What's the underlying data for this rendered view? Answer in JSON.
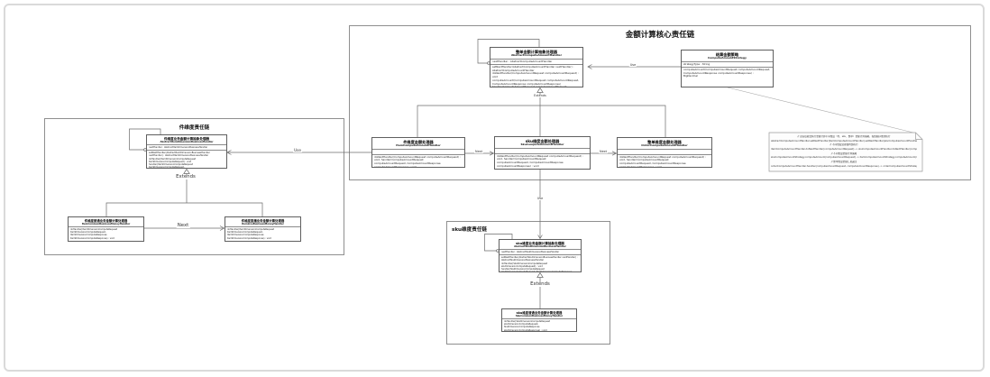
{
  "containers": {
    "core": {
      "title": "金额计算核心责任链"
    },
    "item": {
      "title": "件维度责任链"
    },
    "sku": {
      "title": "sku维度责任链"
    }
  },
  "labels": {
    "extends": "Extends",
    "next": "Next",
    "use": "Use"
  },
  "classes": {
    "core_abstract": {
      "name_zh": "整单金额计算抽象处理器",
      "name_en": "AbstractComputeAmountHandler",
      "fields": "nextHandler : AbstractComputeAmountHandler",
      "methods": "setNextHandler(AbstractComputeAmountHandler nextHandler) : AbstractComputeAmountHandler\ndoNextHandler(ComputeAmountRequest computeAmountRequest) : void\ncomputeAmount(ComputeAmountRequest computeAmountRequest, ComputeAmountResponse computeAmountResponse)\nhandler(ComputeAmountRequest computeAmountRequest, ComputeAmountResponse computeAmountResponse) : void"
    },
    "strategy": {
      "name_zh": "结算金额策略",
      "name_en": "ComputeAmountStrategy",
      "fields": "strategyType : String",
      "methods": "computeAmount(ComputeAmountRequest computeAmountRequest, ComputeAmountResponse computeAmountResponse) :\nBigDecimal"
    },
    "item_handler": {
      "name_zh": "件维度金额处理器",
      "name_en": "ItemComputeAmountHandler",
      "methods": "doNextHandler(ComputeAmountRequest computeAmountRequest) : void, handler(ComputeAmountRequest\ncomputeAmountRequest, ComputeAmountResponse computeAmountResponse) : void"
    },
    "sku_handler": {
      "name_zh": "sku维度金额处理器",
      "name_en": "SkuComputeAmountHandler",
      "methods": "doNextHandler(ComputeAmountRequest computeAmountRequest) : void, handler(ComputeAmountRequest\ncomputeAmountRequest, ComputeAmountResponse computeAmountResponse) : void"
    },
    "order_handler": {
      "name_zh": "整单维度金额处理器",
      "name_en": "OrderComputeAmountHandler",
      "methods": "doNextHandler(ComputeAmountRequest computeAmountRequest) : void, handler(ComputeAmountRequest\ncomputeAmountRequest, ComputeAmountResponse computeAmountResponse) : void"
    },
    "item_abstract": {
      "name_zh": "件维度业务金额计算抽象处理器",
      "name_en": "AbstractItemDimensionBusinessHandler",
      "fields": "nextHandler : AbstractItemDimensionBusinessHandler",
      "methods": "setNextHandler(AbstractItemDimensionBusinessHandler nextHandler) : AbstractItemDimensionBusinessHandler\ndoHandler(ItemDimensionComputeRequest itemDimensionComputeRequest) : void\nhandler(ItemDimensionComputeRequest itemDimensionComputeRequest,\nItemDimensionComputeResponse itemDimensionComputeResponse) : void"
    },
    "item_child_common": {
      "name_zh": "件维度普通业务金额计算处理器",
      "name_en": "ItemCommonBusinessMoneyHandler",
      "methods": "doHandler(ItemDimensionComputeRequest itemDimensionComputeRequest,\nItemDimensionComputeResponse itemDimensionComputeResponse) : void"
    },
    "item_child_live": {
      "name_zh": "件维度直播业务金额计算处理器",
      "name_en": "ItemLiveBusinessMoneyHandler",
      "methods": "doHandler(ItemDimensionComputeRequest itemDimensionComputeRequest,\nItemDimensionComputeResponse itemDimensionComputeResponse) : void"
    },
    "sku_abstract": {
      "name_zh": "sku维度业务金额计算抽象处理器",
      "name_en": "AbstractSkuDimensionBusinessHandler",
      "fields": "nextHandler : AbstractSkuDimensionBusinessHandler",
      "methods": "setNextHandler(AbstractSkuDimensionBusinessHandler nextHandler) : AbstractSkuDimensionBusinessHandler\ndoHandler(SkuDimensionComputeRequest skuDimensionComputeRequest) : void\nhandler(SkuDimensionComputeRequest skuDimensionComputeRequest, SkuDimensionComputeResponse\nskuDimensionComputeResponse) : void"
    },
    "sku_child_common": {
      "name_zh": "sku维度普通业务金额计算处理器",
      "name_en": "SkuCommonBusinessMoneyHandler",
      "methods": "doHandler(SkuDimensionComputeRequest skuDimensionComputeRequest, SkuDimensionComputeResponse\nskuDimensionComputeResponse) : void"
    }
  },
  "note": {
    "lines": [
      "// 责任链模式执行金额计算不同维度（件、sku、整单）金额计算策略，按照顺序依次执行",
      "abstractComputeAmountHandler.setNextHandler(itemComputeAmountHandler).setNextHandler(skuComputeAmountHandler)",
      "// 不同维度处理器内部执行",
      "itemComputeAmountHandler.doNextHandler(computeAmountRequest) -> skuComputeAmountHandler.doNextHandler(computeAmountRequest)",
      "// 不同维度金额计算策略",
      "skuComputeAmountStrategy.computeAmount(computeAmountRequest) -> itemComputeAmountStrategy.computeAmount(computeAmountRequest)",
      "// 整单维度金额汇总返回",
      "orderComputeAmountHandler.handler(computeAmountRequest, computeAmountResponse) -> orderComputeAmountStrategy.computeAmount(...)"
    ]
  }
}
